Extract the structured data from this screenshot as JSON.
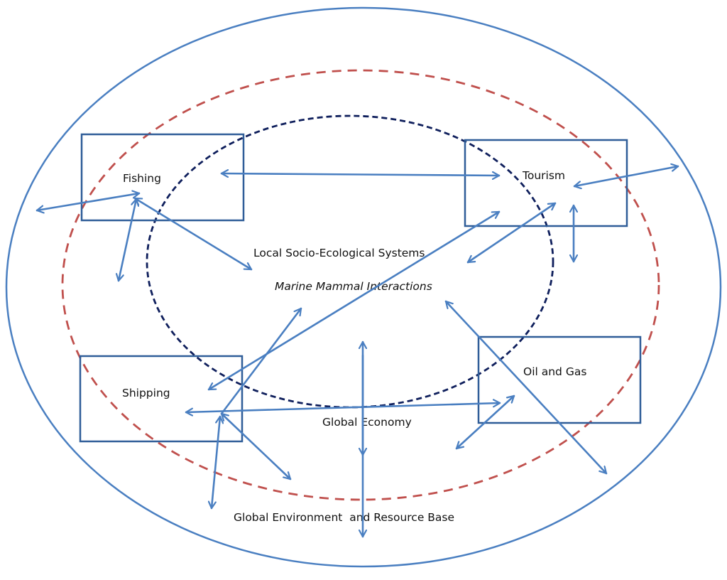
{
  "figure": {
    "type": "nested-systems-diagram",
    "colors": {
      "outer_boundary": "#4a7fc1",
      "middle_boundary": "#c0504d",
      "inner_boundary": "#0f1f5c",
      "node_border": "#2f5d98",
      "arrows": "#4a7fc1",
      "text": "#111111"
    }
  },
  "regions": {
    "outer": {
      "label": "Global Environment  and Resource Base",
      "line": "solid"
    },
    "middle": {
      "label": "Global Economy",
      "line": "dashed"
    },
    "inner": {
      "label": "Local Socio-Ecological Systems",
      "sublabel": "Marine Mammal Interactions",
      "line": "dashed"
    }
  },
  "nodes": [
    {
      "id": "fishing",
      "label": "Fishing"
    },
    {
      "id": "tourism",
      "label": "Tourism"
    },
    {
      "id": "shipping",
      "label": "Shipping"
    },
    {
      "id": "oilgas",
      "label": "Oil and Gas"
    }
  ],
  "connections": [
    {
      "from": "fishing",
      "to": "tourism",
      "type": "bidirectional"
    },
    {
      "from": "fishing",
      "to": "global-environment",
      "type": "bidirectional"
    },
    {
      "from": "fishing",
      "to": "global-economy",
      "type": "bidirectional"
    },
    {
      "from": "fishing",
      "to": "local-socio-ecological-systems",
      "type": "bidirectional"
    },
    {
      "from": "tourism",
      "to": "global-environment",
      "type": "bidirectional"
    },
    {
      "from": "tourism",
      "to": "local-socio-ecological-systems",
      "type": "bidirectional"
    },
    {
      "from": "tourism",
      "to": "global-economy",
      "type": "bidirectional"
    },
    {
      "from": "tourism",
      "to": "shipping",
      "type": "bidirectional"
    },
    {
      "from": "shipping",
      "to": "oilgas",
      "type": "bidirectional"
    },
    {
      "from": "shipping",
      "to": "local-socio-ecological-systems",
      "type": "bidirectional"
    },
    {
      "from": "shipping",
      "to": "global-economy",
      "type": "bidirectional"
    },
    {
      "from": "shipping",
      "to": "global-environment",
      "type": "bidirectional"
    },
    {
      "from": "oilgas",
      "to": "local-socio-ecological-systems",
      "type": "bidirectional"
    },
    {
      "from": "oilgas",
      "to": "global-economy",
      "type": "bidirectional"
    },
    {
      "from": "oilgas",
      "to": "global-environment",
      "type": "bidirectional"
    },
    {
      "from": "local-socio-ecological-systems",
      "to": "global-economy",
      "type": "bidirectional"
    },
    {
      "from": "global-economy",
      "to": "global-environment",
      "type": "bidirectional"
    }
  ]
}
